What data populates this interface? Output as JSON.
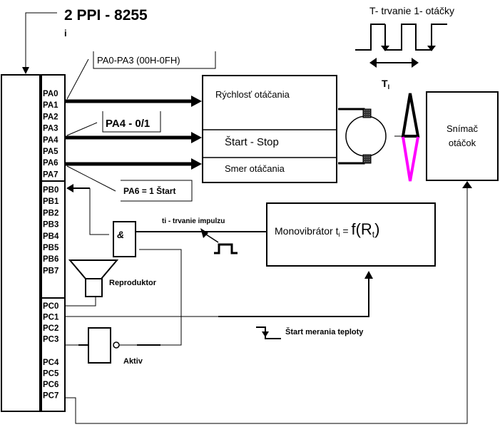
{
  "title": "2 PPI - 8255",
  "title_sub": "i",
  "ppi": {
    "port_a": [
      "PA0",
      "PA1",
      "PA2",
      "PA3",
      "PA4",
      "PA5",
      "PA6",
      "PA7"
    ],
    "port_b": [
      "PB0",
      "PB1",
      "PB2",
      "PB3",
      "PB4",
      "PB5",
      "PB6",
      "PB7"
    ],
    "port_c_low": [
      "PC0",
      "PC1",
      "PC2",
      "PC3"
    ],
    "port_c_high": [
      "PC4",
      "PC5",
      "PC6",
      "PC7"
    ]
  },
  "callouts": {
    "pa0_pa3": "PA0-PA3 (00H-0FH)",
    "pa4": "PA4 - 0/1",
    "pa6": "PA6 = 1 Štart"
  },
  "motor_control": {
    "speed": "Rýchlosť otáčania",
    "start_stop": "Štart - Stop",
    "direction": "Smer otáčania"
  },
  "timing": {
    "label": "T- trvanie 1- otáčky",
    "period_label": "T",
    "period_sub": "I"
  },
  "sensor": {
    "line1": "Snímač",
    "line2": "otáčok"
  },
  "and_gate": {
    "symbol": "&"
  },
  "pulse_label": "ti - trvanie impulzu",
  "monovibrator": {
    "label": "Monovibrátor t",
    "label_sub": "i",
    "eq": " = ",
    "func": "f(R",
    "func_sub": "t",
    "func_end": ")"
  },
  "speaker_label": "Reproduktor",
  "inverter_label": "Aktiv",
  "temp_start_label": "Štart merania teploty",
  "colors": {
    "line": "#000000",
    "magenta": "#ff00ff"
  }
}
